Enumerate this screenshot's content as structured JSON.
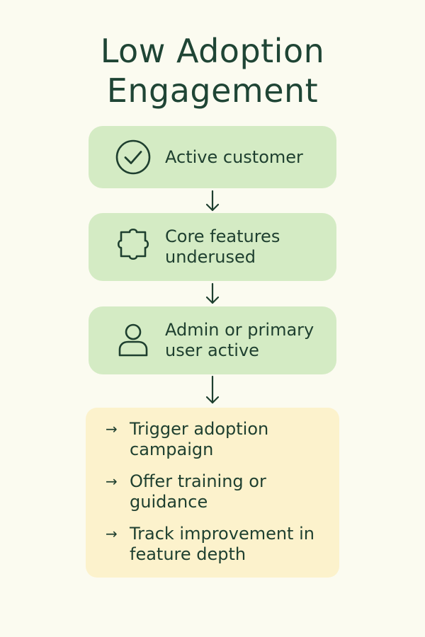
{
  "title": {
    "line1": "Low Adoption",
    "line2": "Engagement"
  },
  "steps": [
    {
      "icon": "check-circle-icon",
      "label": "Active customer"
    },
    {
      "icon": "puzzle-piece-icon",
      "label": "Core features underused"
    },
    {
      "icon": "user-icon",
      "label": "Admin or primary user active"
    }
  ],
  "actions": [
    {
      "arrow": "→",
      "label": "Trigger adoption campaign"
    },
    {
      "arrow": "→",
      "label": "Offer training or guidance"
    },
    {
      "arrow": "→",
      "label": "Track improvement in feature depth"
    }
  ],
  "colors": {
    "background": "#fbfbf0",
    "step_fill": "#d4ebc4",
    "action_fill": "#fcf2cc",
    "text": "#1e4030"
  }
}
